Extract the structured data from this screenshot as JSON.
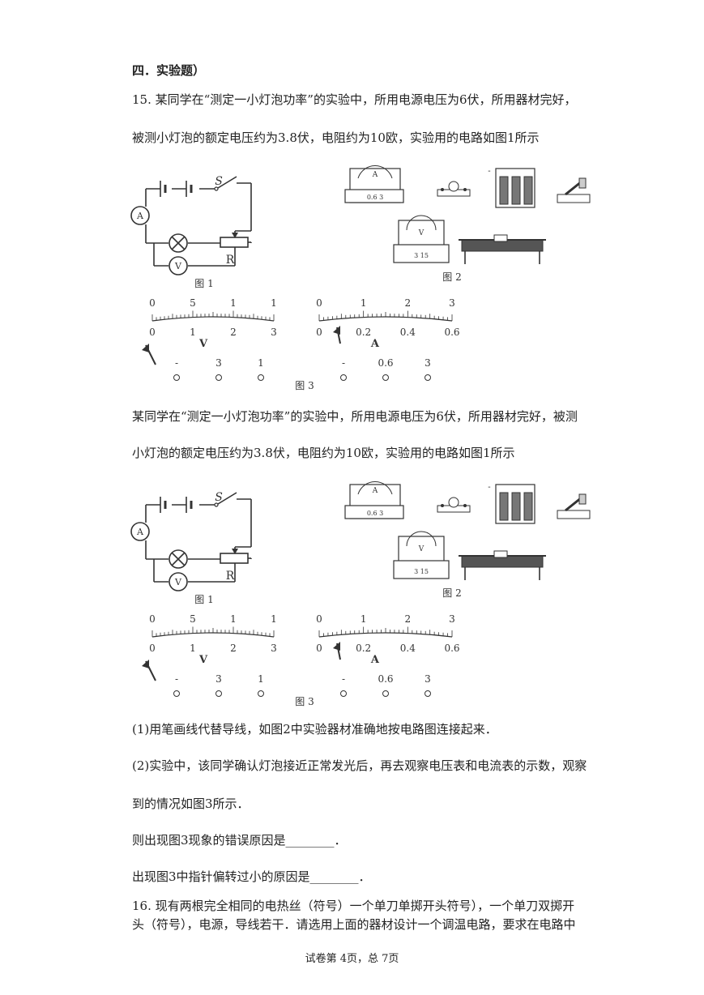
{
  "section_heading": "四．实验题）",
  "q15": {
    "line1": "15.  某同学在“测定一小灯泡功率”的实验中，所用电源电压为6伏，所用器材完好，",
    "line2": "被测小灯泡的额定电压约为3.8伏，电阻约为10欧，实验用的电路如图1所示",
    "line3": "某同学在“测定一小灯泡功率”的实验中，所用电源电压为6伏，所用器材完好，被测",
    "line4": "小灯泡的额定电压约为3.8伏，电阻约为10欧，实验用的电路如图1所示"
  },
  "figure": {
    "circuit_switch_label": "S",
    "circuit_rheostat_label": "R",
    "ammeter_symbol": "A",
    "voltmeter_symbol": "V",
    "fig1_caption": "图 1",
    "fig2_caption": "图 2",
    "fig3_caption": "图 3",
    "voltmeter_scale": {
      "top_ticks": [
        "0",
        "5",
        "1",
        "1"
      ],
      "bottom_ticks": [
        "0",
        "1",
        "2",
        "3"
      ],
      "unit": "V",
      "terminals": [
        "-",
        "3",
        "1"
      ]
    },
    "ammeter_scale": {
      "top_ticks": [
        "0",
        "1",
        "2",
        "3"
      ],
      "bottom_ticks": [
        "0",
        "0.2",
        "0.4",
        "0.6"
      ],
      "unit": "A",
      "terminals": [
        "-",
        "0.6",
        "3"
      ]
    },
    "battery_minus": "-",
    "ammeter_terminal_labels": "0.6 3",
    "voltmeter_terminal_labels": "3 15"
  },
  "sub_questions": {
    "q1": "(1)用笔画线代替导线，如图2中实验器材准确地按电路图连接起来．",
    "q2_line1": "(2)实验中，该同学确认灯泡接近正常发光后，再去观察电压表和电流表的示数，观察",
    "q2_line2": "到的情况如图3所示．",
    "q2_line3": "则出现图3现象的错误原因是________．",
    "q2_line4": "出现图3中指针偏转过小的原因是________．"
  },
  "q16": {
    "line1": "16.    现有两根完全相同的电热丝（符号）一个单刀单掷开头符号），一个单刀双掷开",
    "line2": "头（符号），电源，导线若干．请选用上面的器材设计一个调温电路，要求在电路中"
  },
  "footer": "试卷第 4页，总 7页"
}
